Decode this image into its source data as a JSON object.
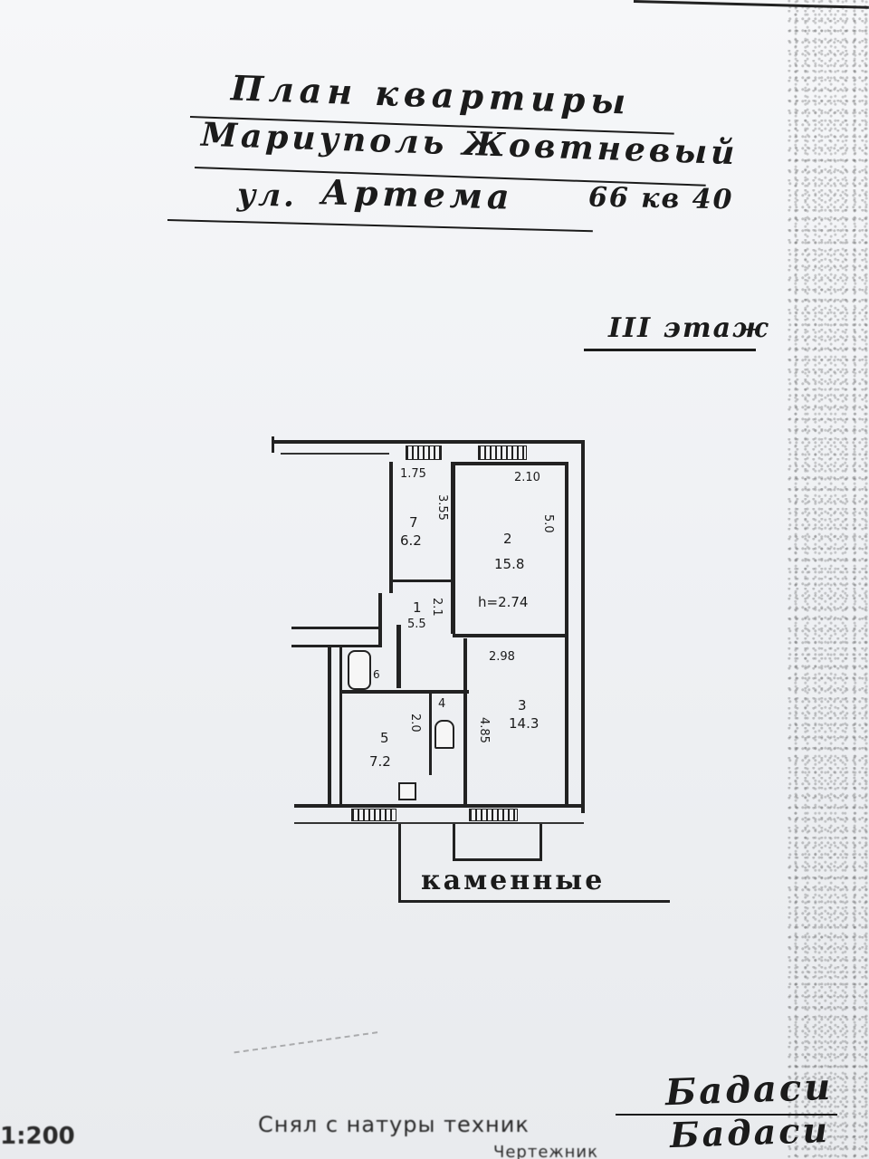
{
  "header": {
    "title_line_1": "План квартиры",
    "title_line_2": "Мариуполь Жовтневый",
    "title_line_3_prefix": "ул.",
    "title_line_3_street": "Артема",
    "title_line_3_number": "66 кв 40"
  },
  "floor_label": "III этаж",
  "material_label": "каменные",
  "plan": {
    "dimensions": {
      "room7_top_width": "1.75",
      "room2_top_width": "2.10",
      "room3_top_width": "2.98",
      "room7_height": "3.55",
      "room2_height": "5.0",
      "hall_height": "2.1",
      "room5_height": "2.0",
      "room3_height": "4.85",
      "ceiling_height": "h=2.74"
    },
    "rooms": [
      {
        "number": "7",
        "area": "6.2"
      },
      {
        "number": "2",
        "area": "15.8"
      },
      {
        "number": "1",
        "area": "5.5"
      },
      {
        "number": "3",
        "area": "14.3"
      },
      {
        "number": "5",
        "area": "7.2"
      },
      {
        "number": "4",
        "area": ""
      },
      {
        "number": "6",
        "area": ""
      }
    ]
  },
  "footer": {
    "scale": "1:200",
    "line_1": "Снял с натуры техник",
    "line_2": "Чертежник",
    "signature_1": "Бадаси",
    "signature_2": "Бадаси"
  }
}
